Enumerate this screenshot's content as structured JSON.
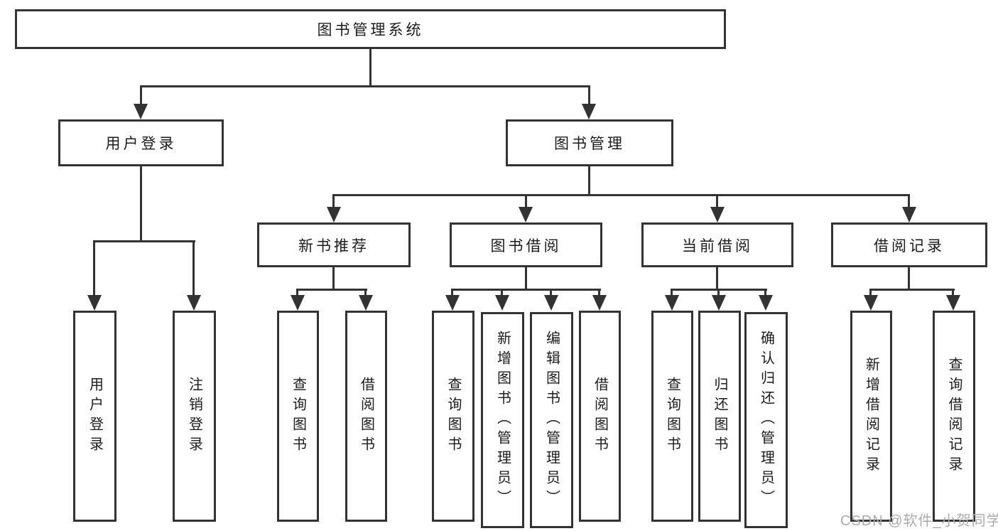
{
  "diagram": {
    "type": "hierarchy-tree",
    "title": "图书管理系统"
  },
  "colors": {
    "line": "#333333",
    "box_border": "#333333",
    "box_background": "#ffffff",
    "text": "#1c1c1c",
    "watermark": "#ababab",
    "page_background": "#ffffff"
  },
  "tree": {
    "root": {
      "label": "图书管理系统"
    },
    "branches": [
      {
        "label": "用户登录",
        "children": [
          {
            "label": "用户登录"
          },
          {
            "label": "注销登录"
          }
        ]
      },
      {
        "label": "图书管理",
        "children": [
          {
            "label": "新书推荐",
            "children": [
              {
                "label": "查询图书"
              },
              {
                "label": "借阅图书"
              }
            ]
          },
          {
            "label": "图书借阅",
            "children": [
              {
                "label": "查询图书"
              },
              {
                "label": "新增图书（管理员）"
              },
              {
                "label": "编辑图书（管理员）"
              },
              {
                "label": "借阅图书"
              }
            ]
          },
          {
            "label": "当前借阅",
            "children": [
              {
                "label": "查询图书"
              },
              {
                "label": "归还图书"
              },
              {
                "label": "确认归还（管理员）"
              }
            ]
          },
          {
            "label": "借阅记录",
            "children": [
              {
                "label": "新增借阅记录"
              },
              {
                "label": "查询借阅记录"
              }
            ]
          }
        ]
      }
    ]
  },
  "watermark": {
    "text": "CSDN @软件_小贺同学"
  }
}
